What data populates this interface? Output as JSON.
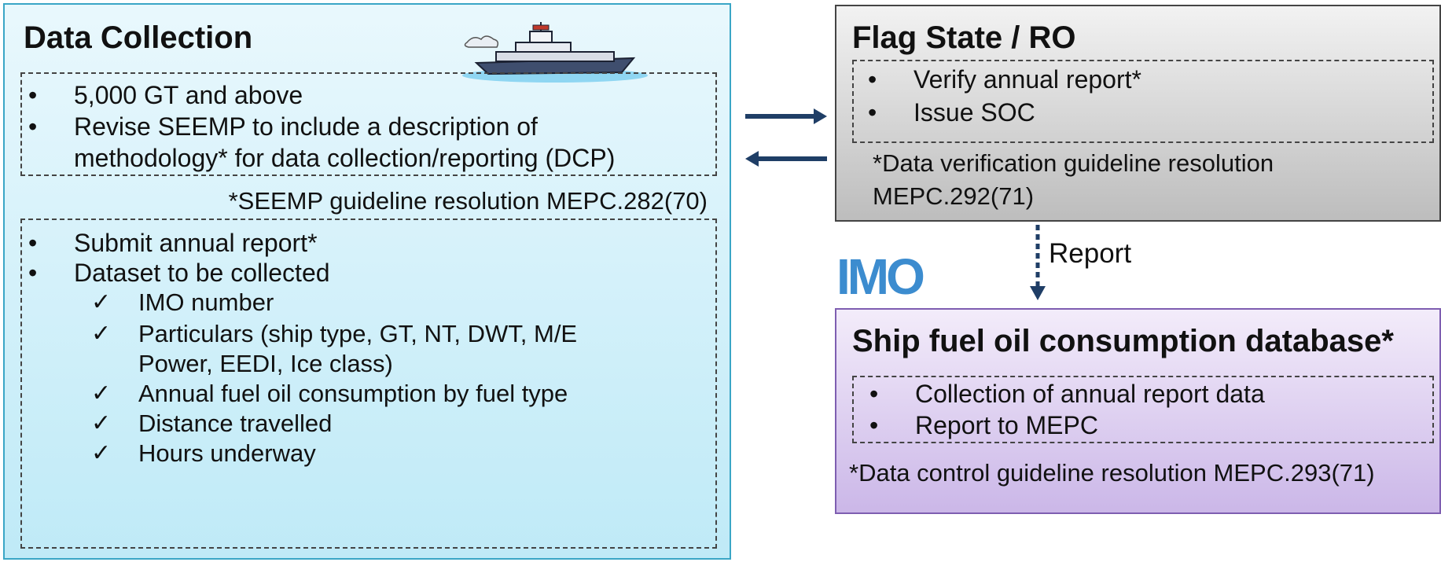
{
  "data_collection": {
    "title": "Data Collection",
    "scope_items": [
      "5,000 GT and above",
      "Revise SEEMP to include a description of",
      "methodology* for data collection/reporting (DCP)"
    ],
    "seemp_note": "*SEEMP guideline resolution MEPC.282(70)",
    "report_items": [
      "Submit annual report*",
      "Dataset to be collected"
    ],
    "dataset": [
      "IMO number",
      "Particulars (ship type, GT, NT, DWT, M/E",
      "Power, EEDI, Ice class)",
      "Annual fuel oil consumption by fuel type",
      "Distance travelled",
      "Hours underway"
    ]
  },
  "flag_state": {
    "title": "Flag State / RO",
    "items": [
      "Verify annual report*",
      "Issue SOC"
    ],
    "note_line1": "*Data verification guideline  resolution",
    "note_line2": "MEPC.292(71)"
  },
  "report_label": "Report",
  "imo_logo_text": "IMO",
  "database": {
    "title": "Ship fuel oil consumption database*",
    "items": [
      "Collection of annual report data",
      "Report to MEPC"
    ],
    "note": "*Data control guideline resolution  MEPC.293(71)"
  },
  "colors": {
    "data_collection_border": "#3aa6c6",
    "flag_state_fill": "#bdbdbd",
    "database_border": "#7e5eb1",
    "arrow": "#1f3e66",
    "imo_blue": "#3c8ccf"
  }
}
